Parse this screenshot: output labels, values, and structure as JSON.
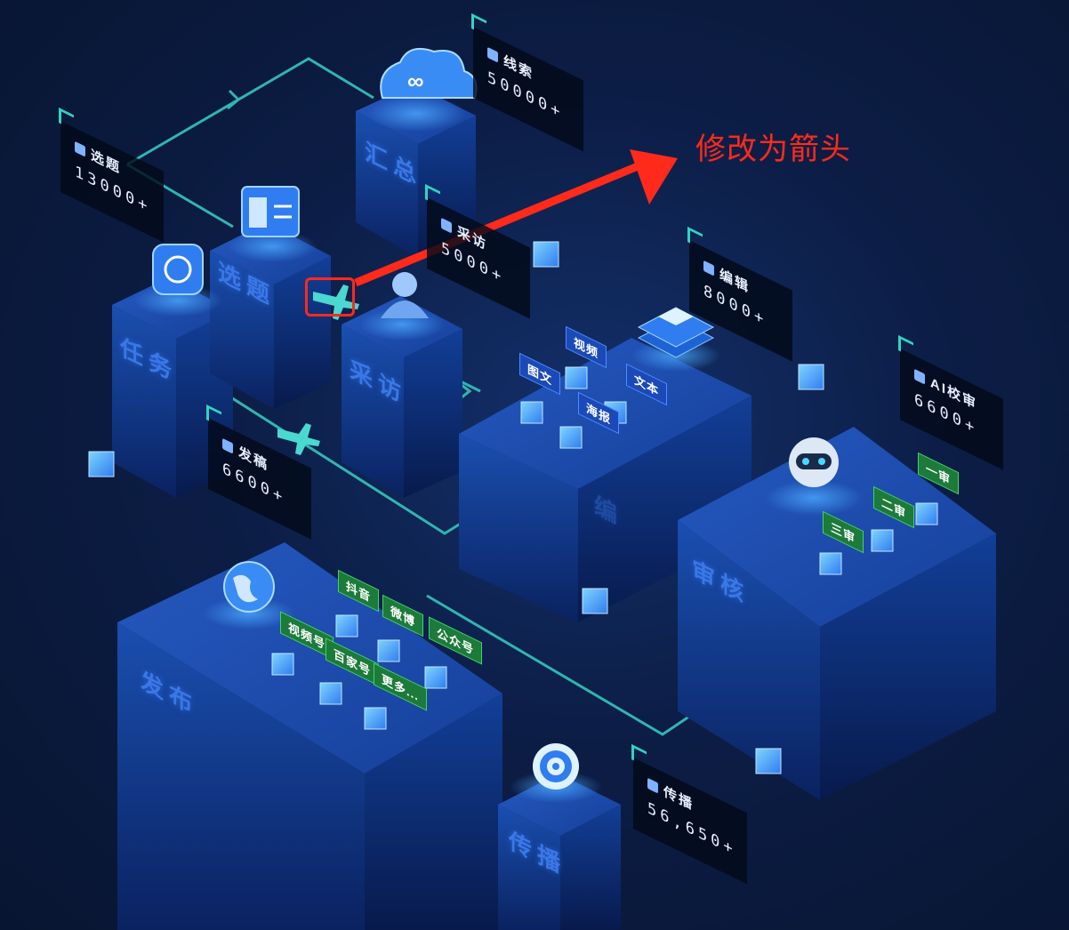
{
  "annotation": {
    "text": "修改为箭头",
    "color": "#ff2a1a"
  },
  "colors": {
    "accent_line": "#2fb6b0",
    "block_top": "#1c4aa6",
    "block_face": "#0f3a8a",
    "tag_blue": "#1b49b8",
    "tag_green": "#1c7a3a"
  },
  "stages": [
    {
      "label": "任务"
    },
    {
      "label": "选题"
    },
    {
      "label": "汇总"
    },
    {
      "label": "采访"
    },
    {
      "label": "编"
    },
    {
      "label": "审核"
    },
    {
      "label": "发布"
    },
    {
      "label": "传播"
    }
  ],
  "cards": {
    "xuanti": {
      "title": "选题",
      "value": "13000+",
      "icon": "edit-icon"
    },
    "xiansuo": {
      "title": "线索",
      "value": "50000+",
      "icon": "link-icon"
    },
    "caifang": {
      "title": "采访",
      "value": "5000+",
      "icon": "mic-icon"
    },
    "bianji": {
      "title": "编辑",
      "value": "8000+",
      "icon": "document-icon"
    },
    "jiaoshen": {
      "title": "AI校审",
      "value": "6600+",
      "icon": "ai-icon"
    },
    "fagao": {
      "title": "发稿",
      "value": "6600+",
      "icon": "send-icon"
    },
    "chuanbo": {
      "title": "传播",
      "value": "56,650+",
      "icon": "broadcast-icon"
    }
  },
  "edit_tags": [
    "视频",
    "图文",
    "文本",
    "海报"
  ],
  "review_tags": [
    "一审",
    "二审",
    "三审"
  ],
  "publish_tags": [
    "抖音",
    "微博",
    "视频号",
    "公众号",
    "百家号",
    "更多..."
  ]
}
